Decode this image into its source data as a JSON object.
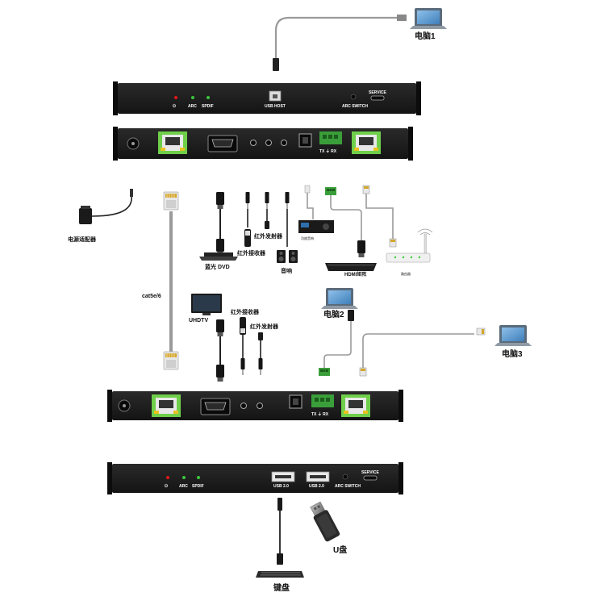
{
  "labels": {
    "pc1": "电脑1",
    "pc2": "电脑2",
    "pc3": "电脑3",
    "power_adapter": "电源适配器",
    "cable": "cat5e/6",
    "bluray": "蓝光 DVD",
    "ir_receiver_top": "红外接收器",
    "ir_emitter_top": "红外发射器",
    "speaker": "音响",
    "amplifier": "功放音响",
    "hdmi_matrix": "HDMI矩阵",
    "router": "路由器",
    "uhdtv": "UHDTV",
    "ir_receiver_bottom": "红外接收器",
    "ir_emitter_bottom": "红外发射器",
    "keyboard": "键盘",
    "usb_disk": "U盘"
  },
  "tx_front": {
    "power_symbol": "⏻",
    "arc": "ARC",
    "spdif": "SPDIF",
    "usb_host": "USB HOST",
    "arc_switch": "ARC SWITCH",
    "service": "SERVICE"
  },
  "tx_rear": {
    "txrx": "TX ⏚ RX"
  },
  "rx_rear": {
    "txrx": "TX ⏚ RX"
  },
  "rx_front": {
    "power_symbol": "⏻",
    "arc": "ARC",
    "spdif": "SPDIF",
    "usb_a": "USB 2.0",
    "usb_b": "USB 2.0",
    "arc_switch": "ARC SWITCH",
    "service": "SERVICE"
  },
  "colors": {
    "panel": "#1c1c1c",
    "led_red": "#e01818",
    "led_green": "#3cc43c",
    "rj45_green": "#6fcf4a",
    "rj45_yellow": "#e8c320",
    "terminal_green": "#3a9e3a",
    "cable_grey": "#9a9a9a",
    "cable_black": "#222222",
    "screen_blue": "#6fa7d8"
  }
}
